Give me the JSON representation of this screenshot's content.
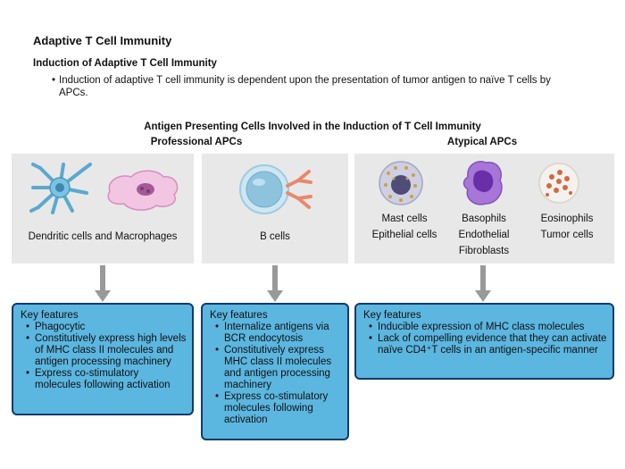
{
  "title": "Adaptive T Cell Immunity",
  "subtitle": "Induction of Adaptive T Cell Immunity",
  "bullet_text": "Induction of adaptive T cell immunity is dependent upon the presentation of tumor antigen to naïve T cells by APCs.",
  "diagram": {
    "title": "Antigen Presenting Cells Involved in the Induction of T Cell Immunity",
    "professional_title": "Professional APCs",
    "atypical_title": "Atypical APCs",
    "professional": [
      {
        "label": "Dendritic cells and Macrophages"
      },
      {
        "label": "B cells"
      }
    ],
    "atypical": [
      {
        "label_lines": [
          "Mast cells",
          "Epithelial cells"
        ]
      },
      {
        "label_lines": [
          "Basophils",
          "Endothelial",
          "Fibroblasts"
        ]
      },
      {
        "label_lines": [
          "Eosinophils",
          "Tumor cells"
        ]
      }
    ]
  },
  "key_features": {
    "dc": {
      "title": "Key features",
      "items": [
        "Phagocytic",
        "Constitutively express high levels of MHC class II molecules and antigen processing machinery",
        "Express co-stimulatory molecules following activation"
      ]
    },
    "b": {
      "title": "Key features",
      "items": [
        "Internalize antigens via BCR endocytosis",
        "Constitutively express MHC class II molecules and antigen processing machinery",
        "Express co-stimulatory molecules following activation"
      ]
    },
    "atypical": {
      "title": "Key features",
      "items": [
        "Inducible expression of MHC class molecules",
        "Lack of compelling evidence that they can activate naïve CD4⁺T cells in an antigen-specific manner"
      ]
    }
  },
  "colors": {
    "box_fill": "#5bb6e0",
    "box_border": "#103c6a",
    "panel": "#e8e8e8",
    "arrow": "#999999"
  }
}
